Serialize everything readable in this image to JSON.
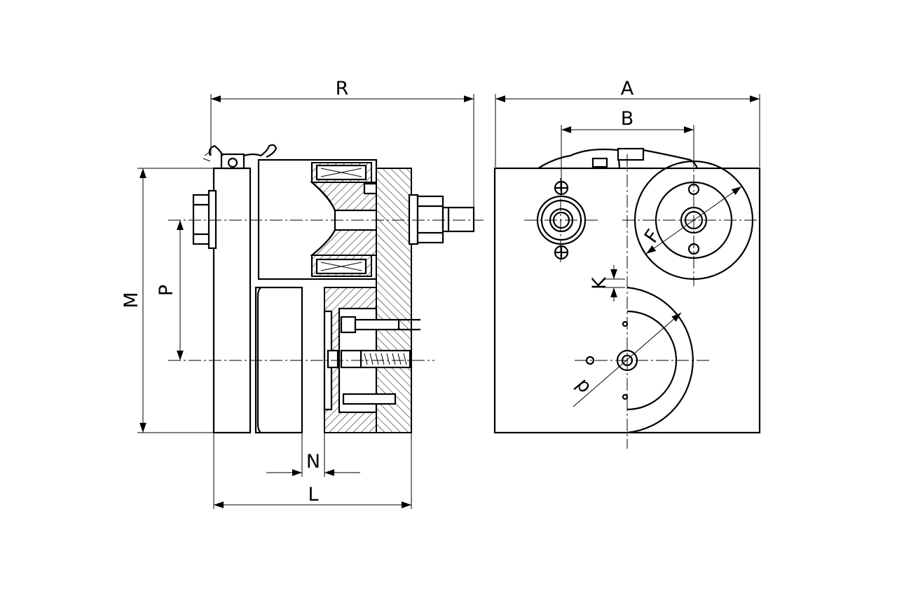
{
  "dimension_labels": {
    "R": "R",
    "A": "A",
    "B": "B",
    "M": "M",
    "P": "P",
    "N": "N",
    "L": "L",
    "K": "K",
    "F": "F",
    "d": "d"
  }
}
